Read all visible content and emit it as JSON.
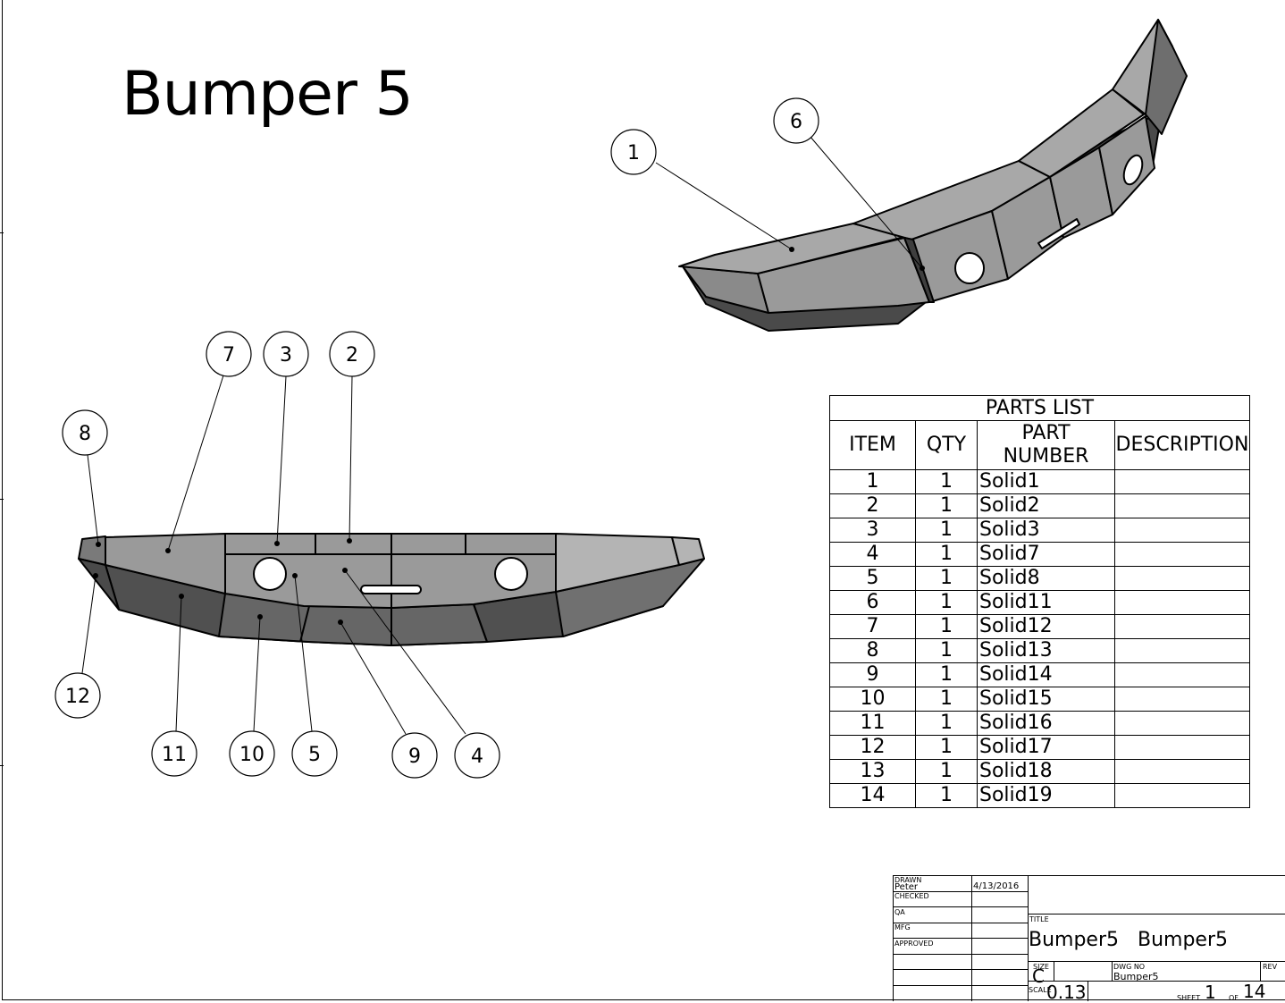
{
  "drawing": {
    "title": "Bumper 5"
  },
  "balloons": {
    "iso": [
      "1",
      "6"
    ],
    "front": [
      "7",
      "3",
      "2",
      "8",
      "12",
      "11",
      "10",
      "5",
      "9",
      "4"
    ]
  },
  "parts_list": {
    "title": "PARTS LIST",
    "headers": [
      "ITEM",
      "QTY",
      "PART NUMBER",
      "DESCRIPTION"
    ],
    "header_part_line1": "PART",
    "header_part_line2": "NUMBER",
    "rows": [
      {
        "item": "1",
        "qty": "1",
        "part": "Solid1",
        "desc": ""
      },
      {
        "item": "2",
        "qty": "1",
        "part": "Solid2",
        "desc": ""
      },
      {
        "item": "3",
        "qty": "1",
        "part": "Solid3",
        "desc": ""
      },
      {
        "item": "4",
        "qty": "1",
        "part": "Solid7",
        "desc": ""
      },
      {
        "item": "5",
        "qty": "1",
        "part": "Solid8",
        "desc": ""
      },
      {
        "item": "6",
        "qty": "1",
        "part": "Solid11",
        "desc": ""
      },
      {
        "item": "7",
        "qty": "1",
        "part": "Solid12",
        "desc": ""
      },
      {
        "item": "8",
        "qty": "1",
        "part": "Solid13",
        "desc": ""
      },
      {
        "item": "9",
        "qty": "1",
        "part": "Solid14",
        "desc": ""
      },
      {
        "item": "10",
        "qty": "1",
        "part": "Solid15",
        "desc": ""
      },
      {
        "item": "11",
        "qty": "1",
        "part": "Solid16",
        "desc": ""
      },
      {
        "item": "12",
        "qty": "1",
        "part": "Solid17",
        "desc": ""
      },
      {
        "item": "13",
        "qty": "1",
        "part": "Solid18",
        "desc": ""
      },
      {
        "item": "14",
        "qty": "1",
        "part": "Solid19",
        "desc": ""
      }
    ]
  },
  "title_block": {
    "drawn_label": "DRAWN",
    "drawn_by": "Peter",
    "drawn_date": "4/13/2016",
    "checked_label": "CHECKED",
    "qa_label": "QA",
    "mfg_label": "MFG",
    "approved_label": "APPROVED",
    "title_label": "TITLE",
    "title_value": "Bumper5   Bumper5",
    "size_label": "SIZE",
    "size_value": "C",
    "dwg_no_label": "DWG NO",
    "dwg_no_value": "Bumper5",
    "rev_label": "REV",
    "scale_label": "SCALE",
    "scale_value": "0.13",
    "sheet_label": "SHEET",
    "sheet_value": "1",
    "of_label": "OF",
    "of_value": "14"
  }
}
